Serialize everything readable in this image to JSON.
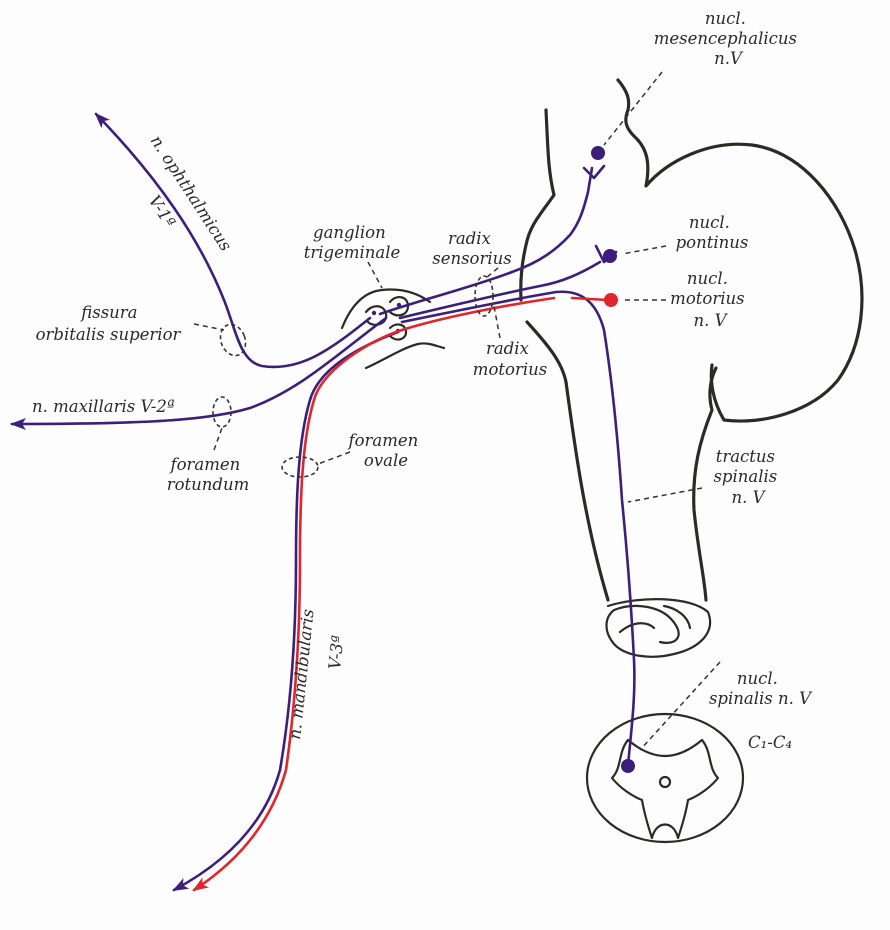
{
  "colors": {
    "sensory": "#3b1f7a",
    "motor": "#e0252b",
    "outline": "#2b2b24",
    "text": "#2a2a2a"
  },
  "labels": {
    "nucl_mesencephalicus": [
      "nucl.",
      "mesencephalicus",
      "n.V"
    ],
    "nucl_pontinus": [
      "nucl.",
      "pontinus"
    ],
    "nucl_motorius": [
      "nucl.",
      "motorius",
      "n. V"
    ],
    "tractus_spinalis": [
      "tractus",
      "spinalis",
      "n. V"
    ],
    "nucl_spinalis": [
      "nucl.",
      "spinalis n. V"
    ],
    "segment": "C₁-C₄",
    "ganglion": [
      "ganglion",
      "trigeminale"
    ],
    "radix_sensorius": [
      "radix",
      "sensorius"
    ],
    "radix_motorius": [
      "radix",
      "motorius"
    ],
    "fissura": [
      "fissura",
      "orbitalis superior"
    ],
    "n_ophthalmicus": "n. ophthalmicus",
    "v1": "V-1ª",
    "n_maxillaris": "n. maxillaris V-2ª",
    "foramen_rotundum": [
      "foramen",
      "rotundum"
    ],
    "foramen_ovale": [
      "foramen",
      "ovale"
    ],
    "n_mandibularis": "n. mandibularis",
    "v3": "V-3ª"
  }
}
